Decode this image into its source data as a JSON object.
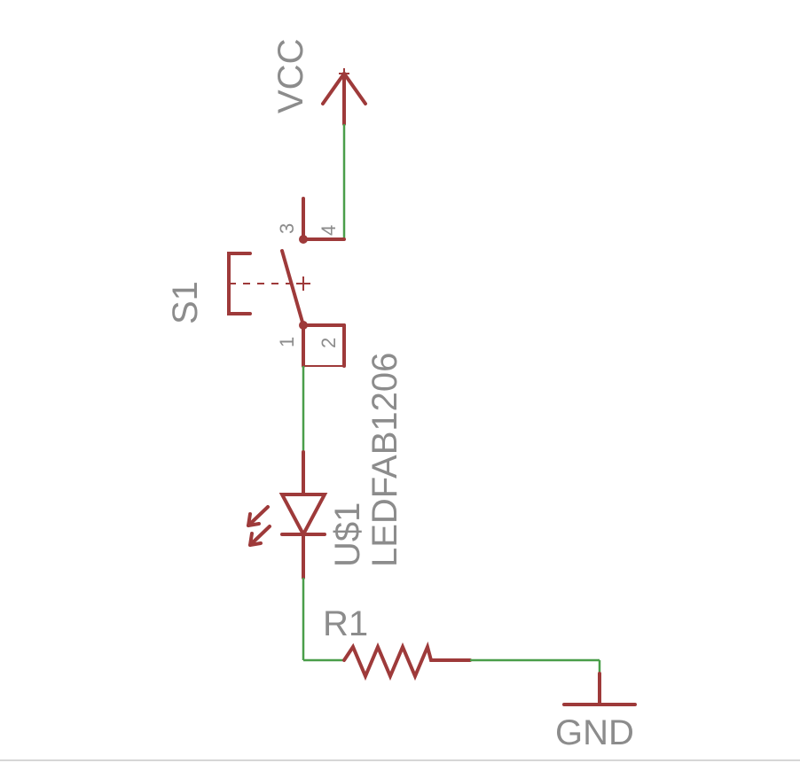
{
  "labels": {
    "vcc": "VCC",
    "switch_name": "S1",
    "led_name": "U$1",
    "led_value": "LEDFAB1206",
    "resistor_name": "R1",
    "gnd": "GND"
  },
  "pins": {
    "s1_pin1": "1",
    "s1_pin2": "2",
    "s1_pin3": "3",
    "s1_pin4": "4"
  },
  "colors": {
    "part": "#9e3a3a",
    "wire": "#4a9e4a",
    "text": "#8c8c8c",
    "background": "#ffffff"
  }
}
